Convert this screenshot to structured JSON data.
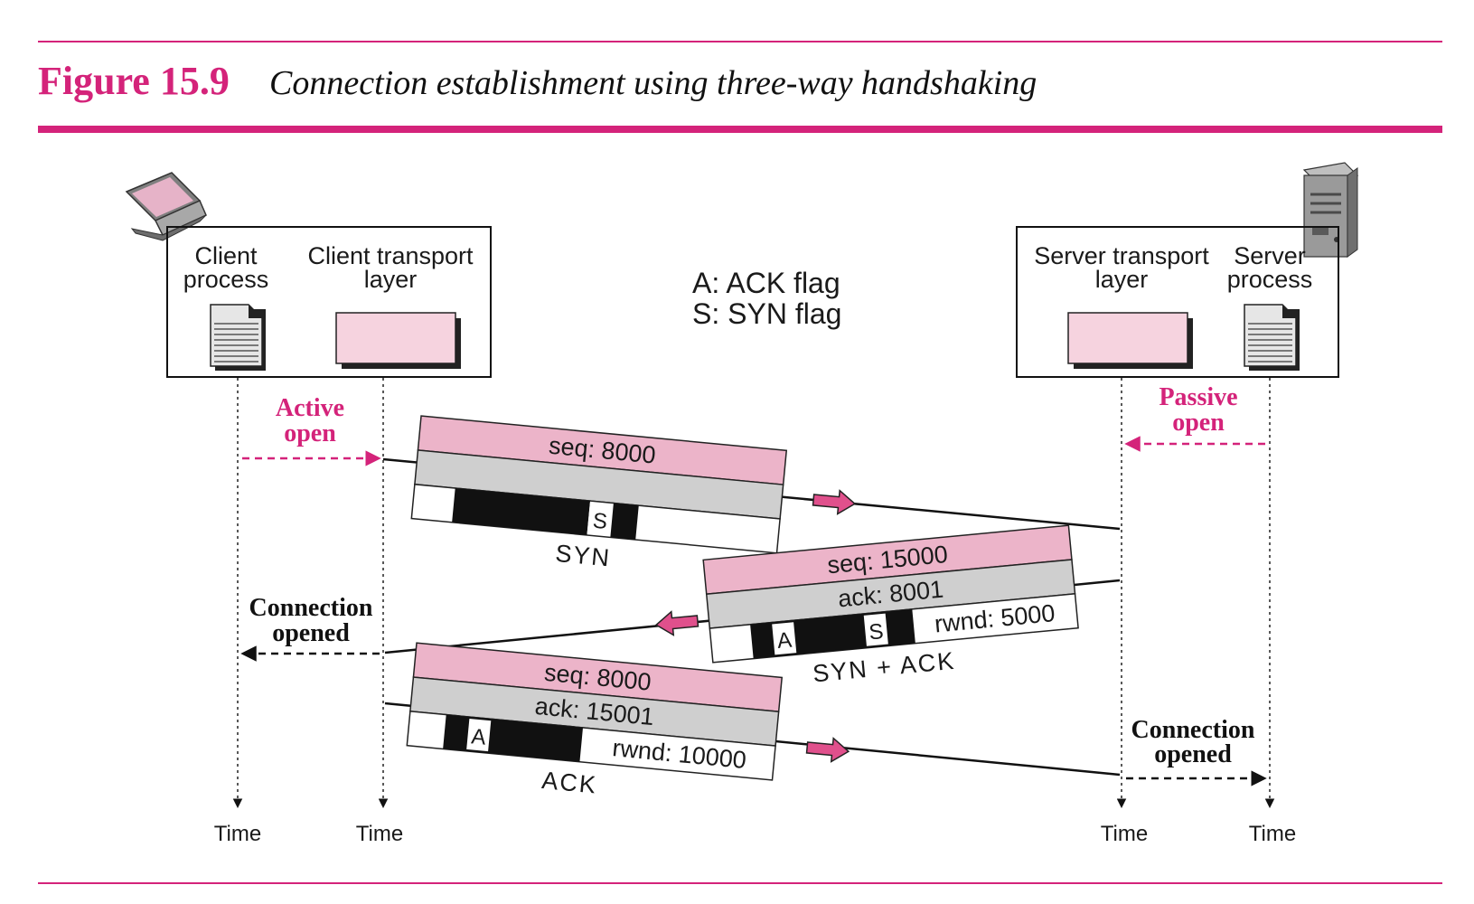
{
  "caption": {
    "figure_number": "Figure 15.9",
    "title": "Connection establishment using three-way handshaking"
  },
  "colors": {
    "accent": "#d4237a",
    "header_pink": "#ecb4c9",
    "box_pink": "#f6d3df",
    "gray_row": "#cfcfcf",
    "arrow_pink": "#e0508c"
  },
  "icons": {
    "client_device": "laptop-icon",
    "server_device": "server-tower-icon",
    "process_doc": "document-icon"
  },
  "client": {
    "process_line1": "Client",
    "process_line2": "process",
    "transport_line1": "Client transport",
    "transport_line2": "layer"
  },
  "server": {
    "transport_line1": "Server transport",
    "transport_line2": "layer",
    "process_line1": "Server",
    "process_line2": "process"
  },
  "legend": {
    "ack": "A: ACK flag",
    "syn": "S: SYN flag"
  },
  "annotations": {
    "active_line1": "Active",
    "active_line2": "open",
    "passive_line1": "Passive",
    "passive_line2": "open",
    "conn_left_line1": "Connection",
    "conn_left_line2": "opened",
    "conn_right_line1": "Connection",
    "conn_right_line2": "opened"
  },
  "segments": {
    "syn": {
      "seq": "seq: 8000",
      "flag_s": "S",
      "label": "SYN"
    },
    "synack": {
      "seq": "seq: 15000",
      "ack": "ack: 8001",
      "flag_a": "A",
      "flag_s": "S",
      "rwnd": "rwnd: 5000",
      "label": "SYN + ACK"
    },
    "ack": {
      "seq": "seq: 8000",
      "ack": "ack: 15001",
      "flag_a": "A",
      "rwnd": "rwnd: 10000",
      "label": "ACK"
    }
  },
  "time_labels": [
    "Time",
    "Time",
    "Time",
    "Time"
  ]
}
